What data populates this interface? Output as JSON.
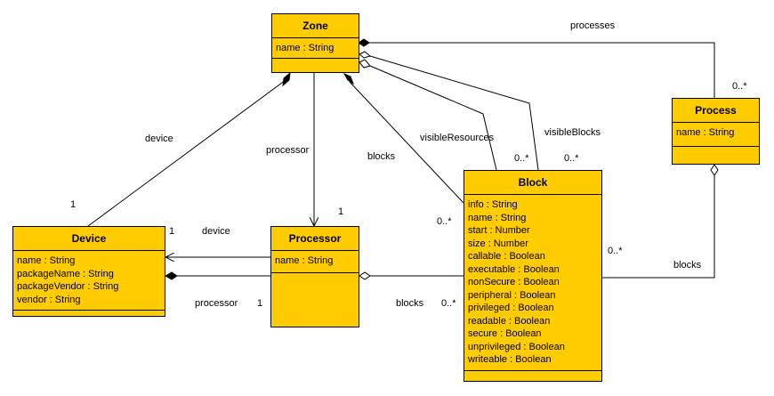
{
  "classes": {
    "zone": {
      "name": "Zone",
      "attributes": [
        "name : String"
      ]
    },
    "process": {
      "name": "Process",
      "attributes": [
        "name : String"
      ]
    },
    "device": {
      "name": "Device",
      "attributes": [
        "name : String",
        "packageName : String",
        "packageVendor : String",
        "vendor : String"
      ]
    },
    "processor": {
      "name": "Processor",
      "attributes": [
        "name : String"
      ]
    },
    "block": {
      "name": "Block",
      "attributes": [
        "info : String",
        "name : String",
        "start : Number",
        "size : Number",
        "callable : Boolean",
        "executable : Boolean",
        "nonSecure : Boolean",
        "peripheral : Boolean",
        "privileged : Boolean",
        "readable : Boolean",
        "secure : Boolean",
        "unprivileged : Boolean",
        "writeable : Boolean"
      ]
    }
  },
  "associations": {
    "zone_process": {
      "role": "processes",
      "multiplicity": "0..*"
    },
    "zone_device": {
      "role": "device",
      "multiplicity": "1"
    },
    "zone_processor": {
      "role": "processor",
      "multiplicity": "1"
    },
    "zone_blocks": {
      "role": "blocks",
      "multiplicity": "0..*"
    },
    "zone_visible_resources": {
      "role": "visibleResources",
      "multiplicity": "0..*"
    },
    "zone_visible_blocks": {
      "role": "visibleBlocks",
      "multiplicity": "0..*"
    },
    "processor_device": {
      "role": "device",
      "multiplicity": "1"
    },
    "device_processor": {
      "role": "processor",
      "multiplicity": "1"
    },
    "processor_blocks": {
      "role": "blocks",
      "multiplicity": "0..*"
    },
    "process_blocks": {
      "role": "blocks",
      "multiplicity": "0..*"
    }
  },
  "colors": {
    "class_fill": "#ffcc00",
    "line": "#000000"
  }
}
